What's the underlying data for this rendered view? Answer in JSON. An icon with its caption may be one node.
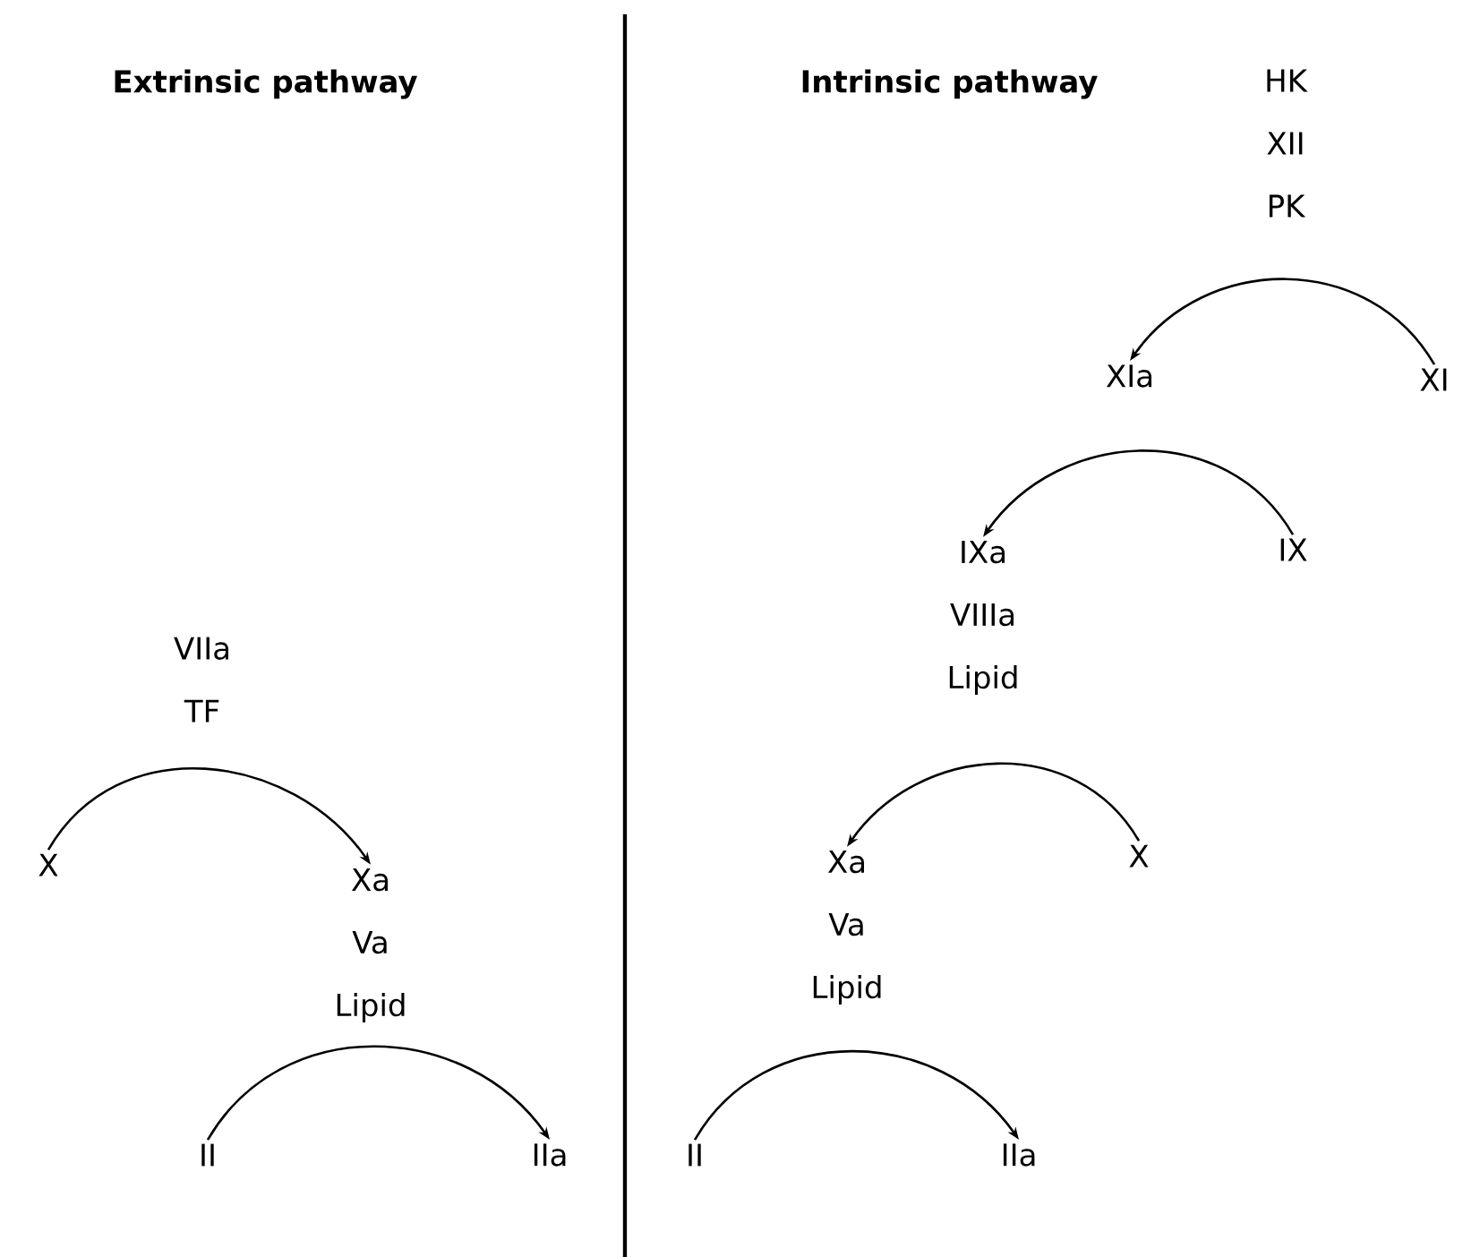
{
  "diagram": {
    "nodes": [
      {
        "text": [
          "X"
        ]
      },
      {
        "text": [
          "VIIa",
          "TF"
        ]
      },
      {
        "text": [
          "Xa",
          "Va",
          "Lipid"
        ]
      },
      {
        "text": [
          "II"
        ]
      },
      {
        "text": [
          "IIa"
        ]
      },
      {
        "text": [
          "HK",
          "XII",
          "PK"
        ]
      },
      {
        "text": [
          "XI"
        ]
      },
      {
        "text": [
          "XIa"
        ]
      },
      {
        "text": [
          "IX"
        ]
      },
      {
        "text": [
          "IXa",
          "VIIIa",
          "Lipid"
        ]
      },
      {
        "text": [
          "X"
        ]
      },
      {
        "text": [
          "Xa",
          "Va",
          "Lipid"
        ]
      },
      {
        "text": [
          "II"
        ]
      },
      {
        "text": [
          "IIa"
        ]
      }
    ],
    "edges": [
      {
        "from": 0,
        "to": 2,
        "arrow": "to"
      },
      {
        "from": 3,
        "to": 4,
        "arrow": "to"
      },
      {
        "from": 6,
        "to": 7,
        "arrow": "to"
      },
      {
        "from": 8,
        "to": 9,
        "arrow": "to"
      },
      {
        "from": 10,
        "to": 11,
        "arrow": "to"
      },
      {
        "from": 12,
        "to": 13,
        "arrow": "to"
      }
    ],
    "labels": [
      "Extrinsic pathway",
      "Intrinsic pathway"
    ]
  }
}
